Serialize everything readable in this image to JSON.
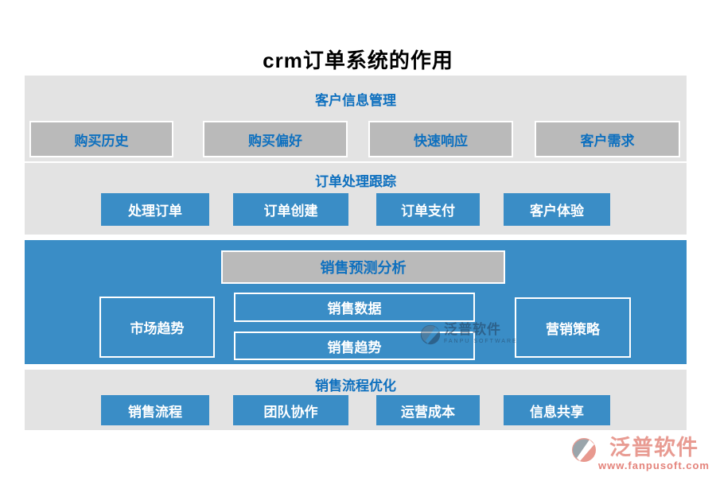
{
  "title": "crm订单系统的作用",
  "sections": [
    {
      "header": "客户信息管理",
      "items": [
        "购买历史",
        "购买偏好",
        "快速响应",
        "客户需求"
      ]
    },
    {
      "header": "订单处理跟踪",
      "items": [
        "处理订单",
        "订单创建",
        "订单支付",
        "客户体验"
      ]
    },
    {
      "header": "销售预测分析",
      "left_item": "市场趋势",
      "middle_items": [
        "销售数据",
        "销售趋势"
      ],
      "right_item": "营销策略"
    },
    {
      "header": "销售流程优化",
      "items": [
        "销售流程",
        "团队协作",
        "运营成本",
        "信息共享"
      ]
    }
  ],
  "watermark": {
    "brand": "泛普软件",
    "brand_sub": "FANPU SOFTWARE"
  },
  "logo": {
    "brand": "泛普软件",
    "website": "www.fanpusoft.com"
  },
  "colors": {
    "band_blue": "#3a8dc6",
    "band_gray": "#e3e3e3",
    "box_gray": "#bababa",
    "text_blue": "#0e70bf",
    "title_black": "#000000",
    "logo_salmon": "#e89b92",
    "logo_url_red": "#e4837b"
  }
}
